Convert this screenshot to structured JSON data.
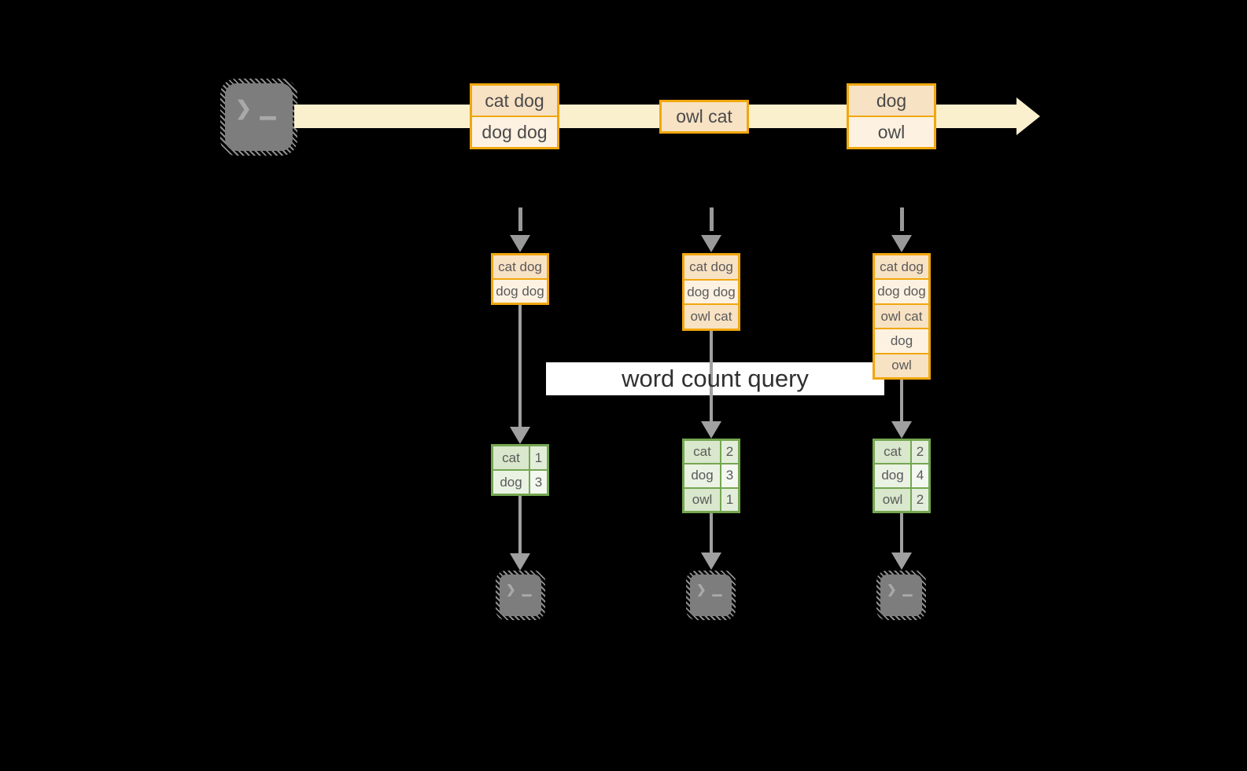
{
  "query": {
    "label": "word count query"
  },
  "icons": {
    "terminal_prompt": "❯ ▁"
  },
  "timeline": {
    "batches": [
      {
        "lines": [
          "cat dog",
          "dog dog"
        ]
      },
      {
        "lines": [
          "owl cat"
        ]
      },
      {
        "lines": [
          "dog",
          "owl"
        ]
      }
    ]
  },
  "columns": [
    {
      "buffer": [
        "cat dog",
        "dog dog"
      ],
      "counts": [
        {
          "word": "cat",
          "count": "1"
        },
        {
          "word": "dog",
          "count": "3"
        }
      ]
    },
    {
      "buffer": [
        "cat dog",
        "dog dog",
        "owl cat"
      ],
      "counts": [
        {
          "word": "cat",
          "count": "2"
        },
        {
          "word": "dog",
          "count": "3"
        },
        {
          "word": "owl",
          "count": "1"
        }
      ]
    },
    {
      "buffer": [
        "cat dog",
        "dog dog",
        "owl cat",
        "dog",
        "owl"
      ],
      "counts": [
        {
          "word": "cat",
          "count": "2"
        },
        {
          "word": "dog",
          "count": "4"
        },
        {
          "word": "owl",
          "count": "2"
        }
      ]
    }
  ],
  "colors": {
    "background": "#000000",
    "stream_band": "#fbf0cd",
    "orange_border": "#f0a70e",
    "orange_fill_dark": "#f8e2c4",
    "orange_fill_light": "#fdf2e2",
    "green_border": "#74a751",
    "green_fill_dark": "#d9e7cc",
    "green_fill_light": "#eaf2e3",
    "arrow_gray": "#a0a0a0",
    "terminal_gray": "#7d7d7d",
    "query_band": "#ffffff"
  }
}
